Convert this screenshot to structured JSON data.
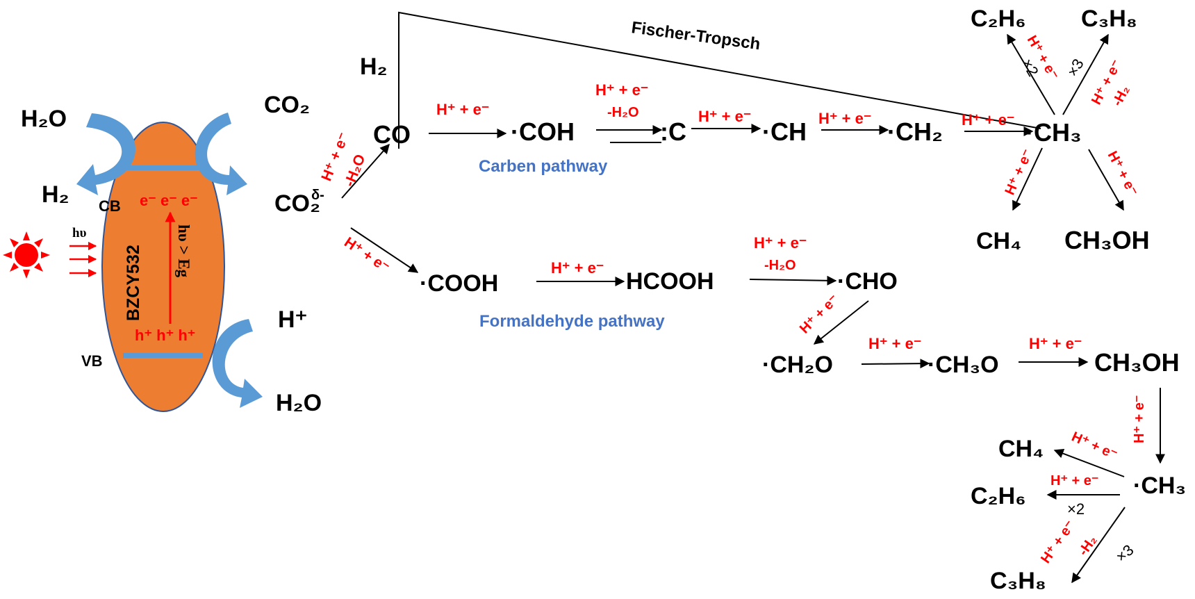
{
  "catalyst": {
    "name": "BZCY532",
    "cb": "CB",
    "vb": "VB",
    "electrons": "e⁻ e⁻ e⁻",
    "holes": "h⁺ h⁺ h⁺",
    "excitation": "hυ > Eg",
    "light": "hυ",
    "reactants": {
      "h2o_in": "H₂O",
      "h2_out": "H₂",
      "co2_in": "CO₂",
      "hplus": "H⁺",
      "h2o_out": "H₂O"
    }
  },
  "species": {
    "co2_anion": "CO₂",
    "co2_anion_charge": "δ-",
    "h2": "H₂",
    "co": "CO",
    "coh": "·COH",
    "c": ":C",
    "ch": "·CH",
    "ch2": "·CH₂",
    "ch3_top": "·CH₃",
    "c2h6_top": "C₂H₆",
    "c3h8_top": "C₃H₈",
    "ch4_top": "CH₄",
    "ch3oh_top": "CH₃OH",
    "cooh": "·COOH",
    "hcooh": "HCOOH",
    "cho": "·CHO",
    "ch2o": "·CH₂O",
    "ch3o": "·CH₃O",
    "ch3oh_mid": "CH₃OH",
    "ch3_bottom": "·CH₃",
    "ch4_bottom": "CH₄",
    "c2h6_bottom": "C₂H₆",
    "c3h8_bottom": "C₃H₈"
  },
  "labels": {
    "fischer_tropsch": "Fischer-Tropsch",
    "carben_pathway": "Carben pathway",
    "formaldehyde_pathway": "Formaldehyde  pathway",
    "hpe": "H⁺ + e⁻",
    "minus_h2o": "-H₂O",
    "minus_h2": "-H₂",
    "x2": "×2",
    "x3": "×3"
  },
  "colors": {
    "catalyst_fill": "#ed7d31",
    "band_bar": "#5b9bd5",
    "flow_arrow": "#5b9bd5",
    "reaction_text": "#ff0000",
    "pathway_text": "#4472c4",
    "sun": "#ff0000"
  }
}
